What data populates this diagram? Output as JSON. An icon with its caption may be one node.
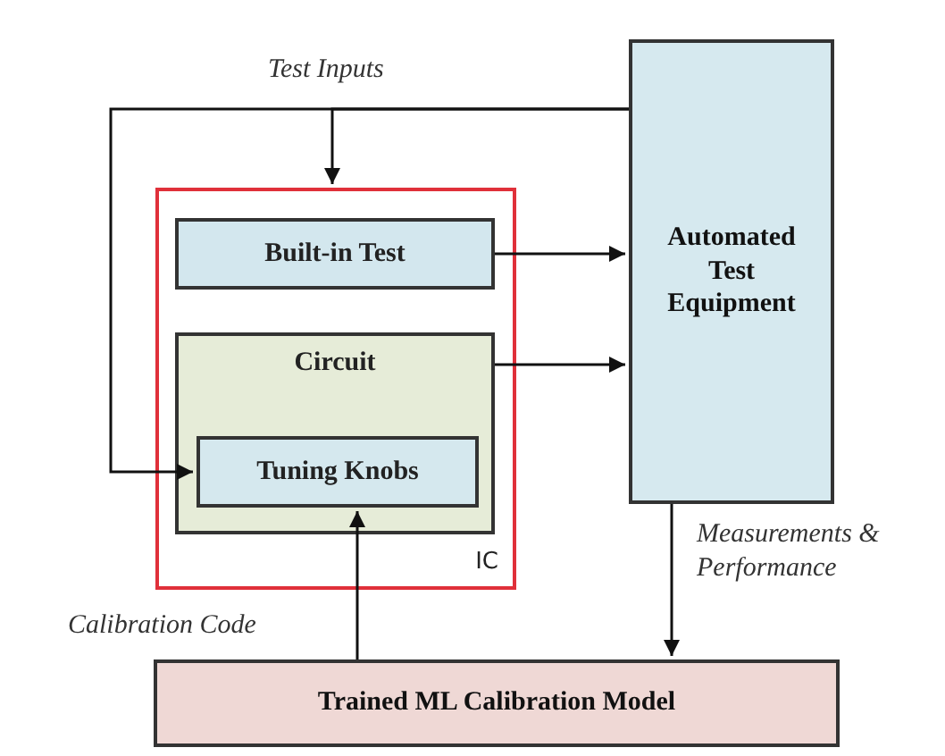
{
  "diagram": {
    "nodes": [
      {
        "text": [
          "IC"
        ]
      },
      {
        "text": [
          "Built-in Test"
        ],
        "in": 0
      },
      {
        "text": [
          "Circuit"
        ],
        "in": 0
      },
      {
        "text": [
          "Tuning Knobs"
        ],
        "in": 2
      },
      {
        "text": [
          "Automated Test Equipment"
        ]
      },
      {
        "text": [
          "Trained ML Calibration Model"
        ]
      }
    ],
    "edges": [
      {
        "from": 4,
        "to": 0,
        "arrow": "to",
        "label": "Test Inputs"
      },
      {
        "from": 4,
        "to": 3,
        "arrow": "to"
      },
      {
        "from": 1,
        "to": 4,
        "arrow": "to"
      },
      {
        "from": 2,
        "to": 4,
        "arrow": "to"
      },
      {
        "from": 4,
        "to": 5,
        "arrow": "to",
        "label": "Measurements & Performance"
      },
      {
        "from": 5,
        "to": 3,
        "arrow": "to",
        "label": "Calibration Code"
      }
    ]
  }
}
